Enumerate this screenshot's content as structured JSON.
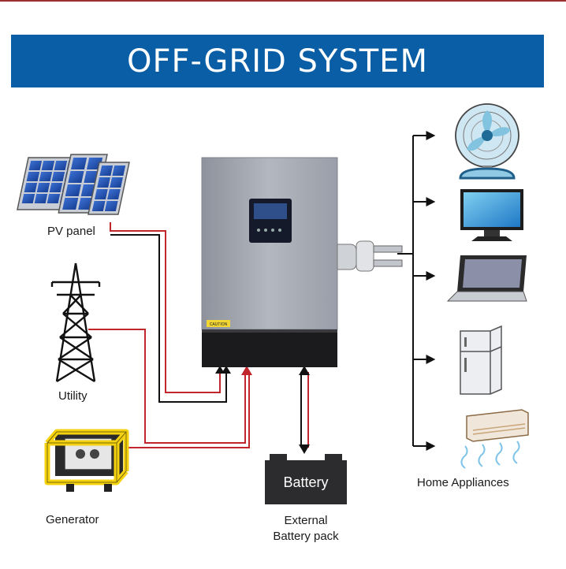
{
  "title": "OFF-GRID SYSTEM",
  "sources": {
    "pv_panel": "PV panel",
    "utility": "Utility",
    "generator": "Generator"
  },
  "inverter": {
    "warning_label": "CAUTION"
  },
  "battery": {
    "label": "Battery",
    "caption_line1": "External",
    "caption_line2": "Battery pack"
  },
  "loads": {
    "caption": "Home Appliances",
    "items": [
      "fan",
      "monitor",
      "laptop",
      "refrigerator",
      "air-conditioner"
    ]
  },
  "colors": {
    "banner": "#0a5ea6",
    "ac_wire": "#c0262b",
    "dc_wire": "#111111",
    "solar_cell": "#1f4fb0",
    "inverter_body": "#a2a7b1",
    "inverter_base": "#1b1b1d",
    "generator_frame": "#f5d20f"
  }
}
